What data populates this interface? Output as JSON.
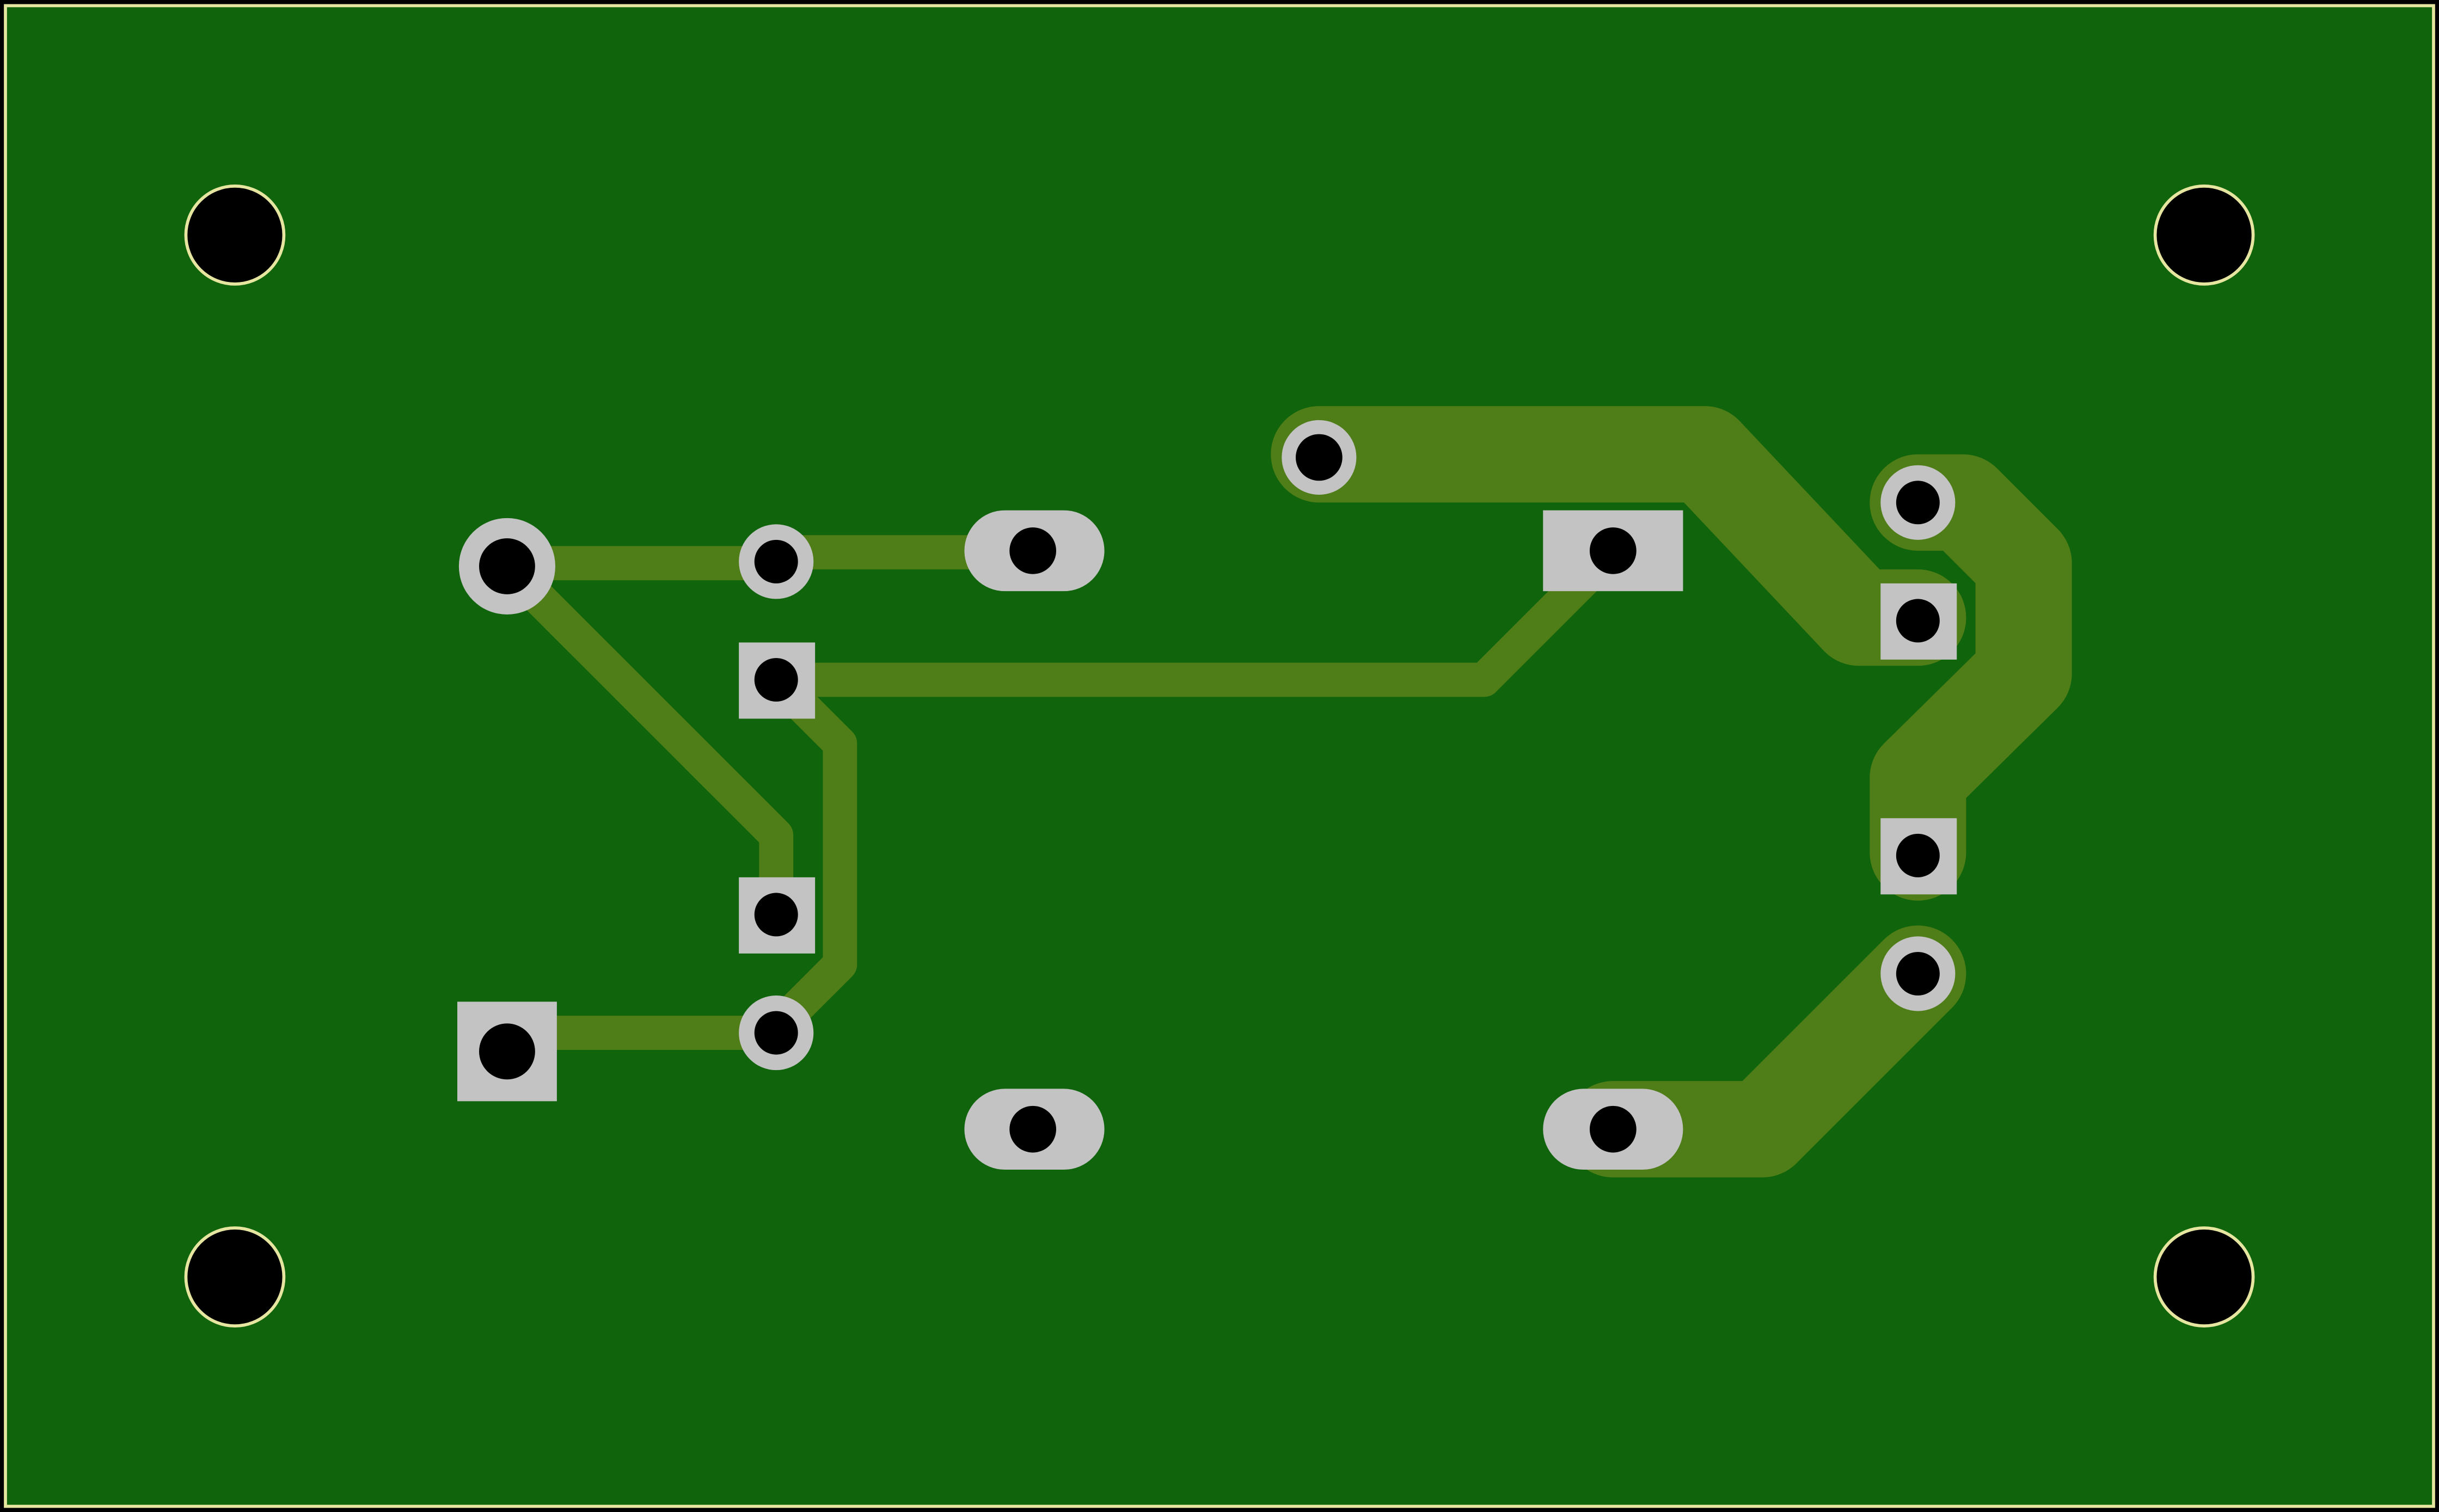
{
  "board": {
    "name": "pcb-bottom-layer-view",
    "colors": {
      "background": "#000000",
      "substrate": "#0F640C",
      "outline": "#E6E6A0",
      "trace": "#4F7D17",
      "pad": "#C3C3C3",
      "hole": "#000000"
    }
  },
  "mounting_holes": [
    "mounting-hole-top-left",
    "mounting-hole-top-right",
    "mounting-hole-bottom-left",
    "mounting-hole-bottom-right"
  ],
  "pads": [
    {
      "name": "pad-large-round-left",
      "shape": "round"
    },
    {
      "name": "pad-large-square-left",
      "shape": "square"
    },
    {
      "name": "pad-small-round-upper",
      "shape": "round"
    },
    {
      "name": "pad-small-square-a",
      "shape": "square"
    },
    {
      "name": "pad-small-square-b",
      "shape": "square"
    },
    {
      "name": "pad-small-round-lower",
      "shape": "round"
    },
    {
      "name": "pad-oval-top",
      "shape": "oval"
    },
    {
      "name": "pad-oval-bottom-left",
      "shape": "oval"
    },
    {
      "name": "pad-round-mid-top",
      "shape": "round"
    },
    {
      "name": "pad-rect-center",
      "shape": "rect"
    },
    {
      "name": "pad-oval-bottom-right",
      "shape": "oval"
    },
    {
      "name": "pad-round-right-top",
      "shape": "round"
    },
    {
      "name": "pad-square-right-upper",
      "shape": "square"
    },
    {
      "name": "pad-square-right-lower",
      "shape": "square"
    },
    {
      "name": "pad-round-right-bottom",
      "shape": "round"
    }
  ],
  "traces": [
    "trace-thin-top-left",
    "trace-thin-top-right",
    "trace-thin-diagonal",
    "trace-thin-bottom",
    "trace-thin-vertical",
    "trace-thin-long",
    "trace-thick-top-loop",
    "trace-thick-right-loop",
    "trace-thick-bottom-right"
  ]
}
